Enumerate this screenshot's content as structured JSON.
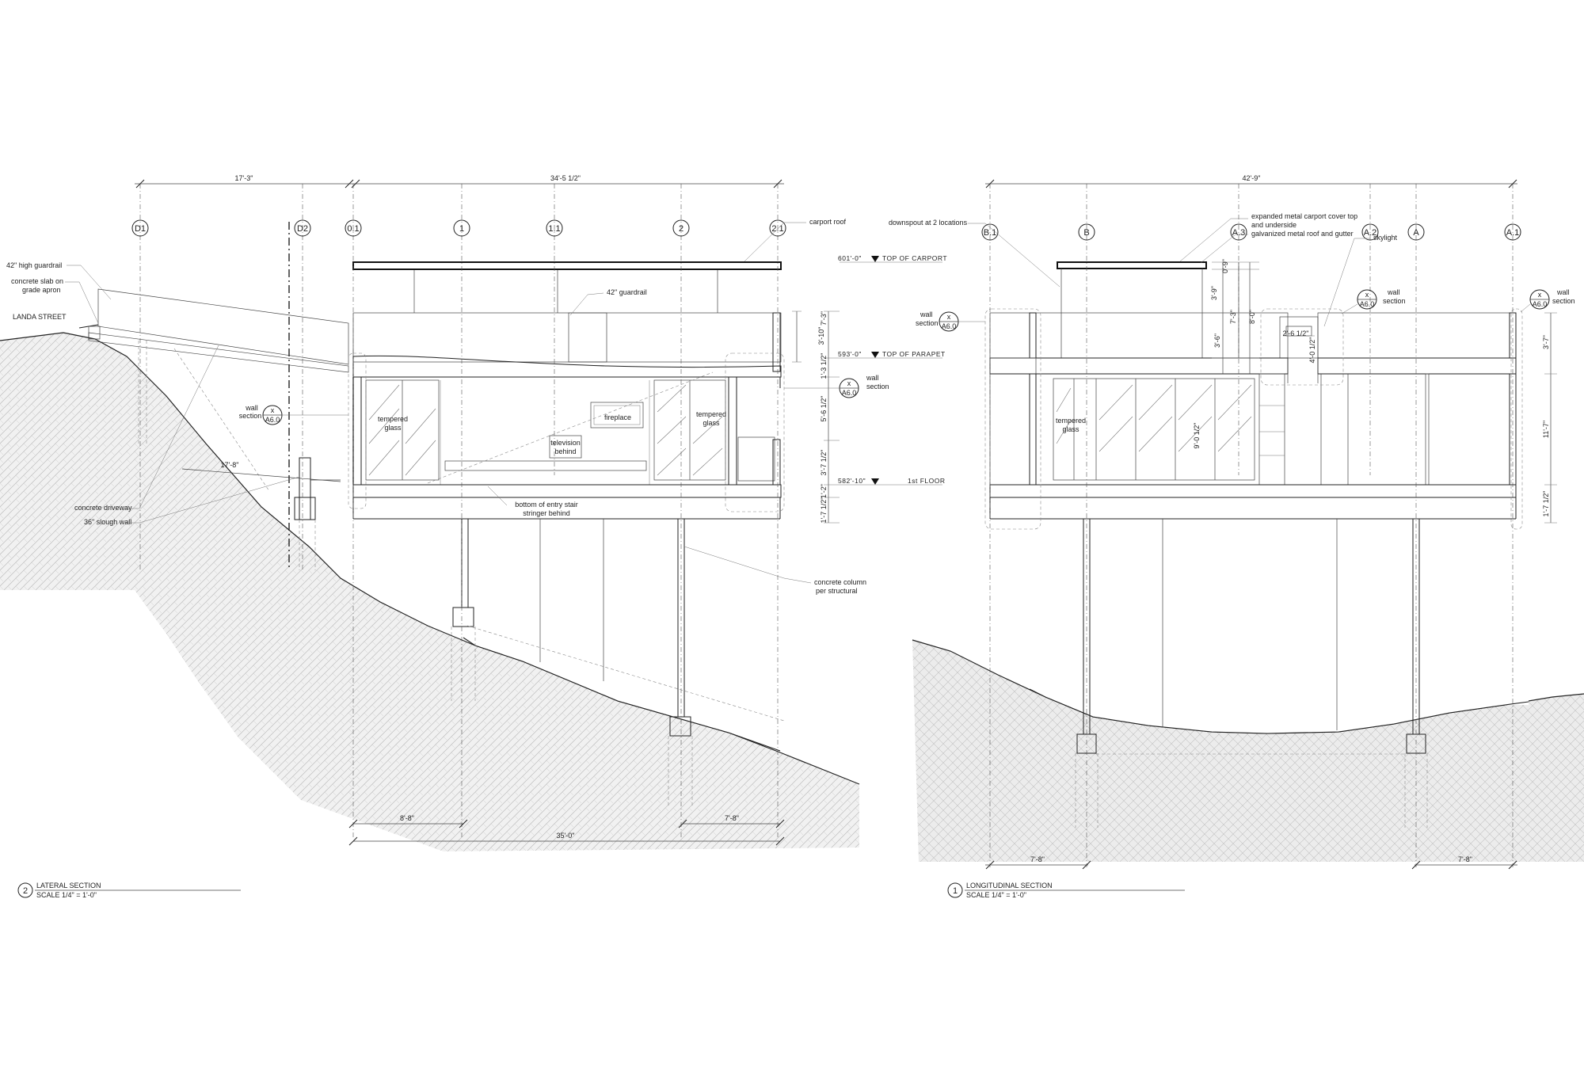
{
  "lateral": {
    "grid": [
      "D1",
      "D2",
      "0.1",
      "1",
      "1.1",
      "2",
      "2.1"
    ],
    "dims": {
      "top_left": "17'-3\"",
      "top_main": "34'-5 1/2\"",
      "slope": "17'-8\"",
      "bottom_left": "8'-8\"",
      "bottom_right": "7'-8\"",
      "bottom_total": "35'-0\"",
      "v1": "7'-3\"",
      "v2": "3'-10\"",
      "v3": "1'-3 1/2\"",
      "v4": "5'-6 1/2\"",
      "v5": "3'-7 1/2\"",
      "v6": "1'-2\"",
      "v7": "1'-7 1/2\""
    },
    "levels": {
      "carport_elev": "601'-0\"",
      "carport_label": "TOP OF CARPORT",
      "parapet_elev": "593'-0\"",
      "parapet_label": "TOP OF PARAPET",
      "floor_elev": "582'-10\"",
      "floor_label": "1st FLOOR"
    },
    "notes": {
      "guardrail_42_high": "42\" high guardrail",
      "slab_1": "concrete slab on",
      "slab_2": "grade apron",
      "street": "LANDA STREET",
      "wall_section": "wall",
      "wall_section_2": "section",
      "driveway": "concrete driveway",
      "slough": "36\" slough wall",
      "carport_roof": "carport roof",
      "guardrail_42": "42\" guardrail",
      "tempered_1": "tempered",
      "tempered_2": "glass",
      "fireplace": "fireplace",
      "tv_1": "television",
      "tv_2": "behind",
      "stair_1": "bottom of entry stair",
      "stair_2": "stringer behind",
      "column_1": "concrete column",
      "column_2": "per structural",
      "callout_x": "x",
      "callout_sheet": "A6.0"
    },
    "title": {
      "number": "2",
      "name": "LATERAL SECTION",
      "scale": "SCALE 1/4\" = 1'-0\""
    }
  },
  "longitudinal": {
    "grid": [
      "B.1",
      "B",
      "A.3",
      "A.2",
      "A",
      "A.1"
    ],
    "dims": {
      "top_main": "42'-9\"",
      "v_a": "0'-9\"",
      "v_b": "3'-9\"",
      "v_c": "8'-0\"",
      "v_d": "7'-3\"",
      "v_e": "3'-6\"",
      "v_f": "4'-0 1/2\"",
      "v_g": "9'-0 1/2\"",
      "h_skylight": "2'-6 1/2\"",
      "r1": "3'-7\"",
      "r2": "11'-7\"",
      "r3": "1'-7 1/2\"",
      "bottom_left": "7'-8\"",
      "bottom_right": "7'-8\""
    },
    "notes": {
      "downspout": "downspout at 2 locations",
      "expanded_1": "expanded metal carport cover top",
      "expanded_2": "and underside",
      "galvanized": "galvanized metal roof and gutter",
      "skylight": "skylight",
      "wall": "wall",
      "section": "section",
      "tempered_1": "tempered",
      "tempered_2": "glass",
      "callout_x": "x",
      "callout_sheet": "A6.0"
    },
    "title": {
      "number": "1",
      "name": "LONGITUDINAL SECTION",
      "scale": "SCALE 1/4\" = 1'-0\""
    }
  },
  "colors": {
    "ink": "#222222",
    "hatch": "#d9d9d9",
    "earth": "#efefef"
  }
}
